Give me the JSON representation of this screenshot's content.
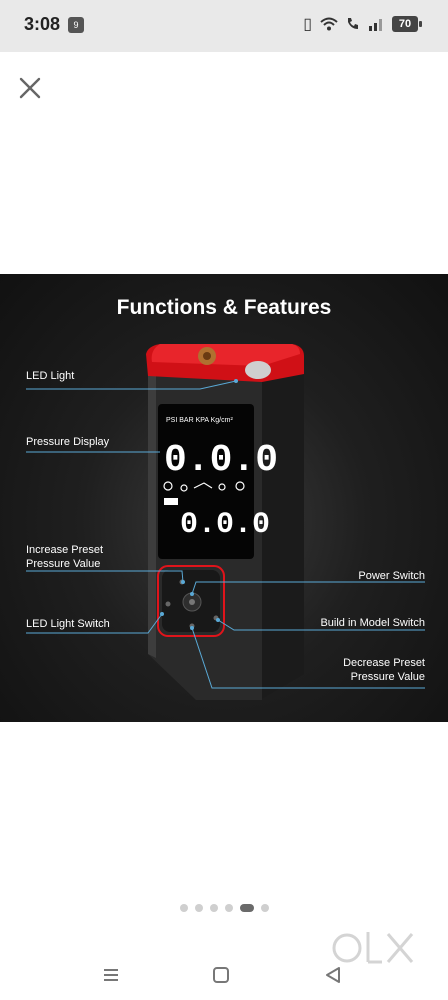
{
  "status_bar": {
    "time": "3:08",
    "notification_badge": "9",
    "battery": "70"
  },
  "gallery": {
    "title": "Functions & Features",
    "lcd": {
      "units": "PSI  BAR  KPA  Kg/cm²",
      "main_reading": "0.0.0",
      "preset_reading": "0.0.0"
    },
    "labels": {
      "led_light": "LED Light",
      "pressure_display": "Pressure Display",
      "increase_preset_line1": "Increase Preset",
      "increase_preset_line2": "Pressure Value",
      "led_light_switch": "LED Light Switch",
      "power_switch": "Power Switch",
      "build_in_model_switch": "Build in Model Switch",
      "decrease_preset_line1": "Decrease Preset",
      "decrease_preset_line2": "Pressure Value"
    },
    "pager": {
      "count": 6,
      "active_index": 4
    }
  },
  "watermark": {
    "brand": "OLX"
  },
  "colors": {
    "accent_red": "#e0141b",
    "callout_blue": "#5aa9d6"
  }
}
